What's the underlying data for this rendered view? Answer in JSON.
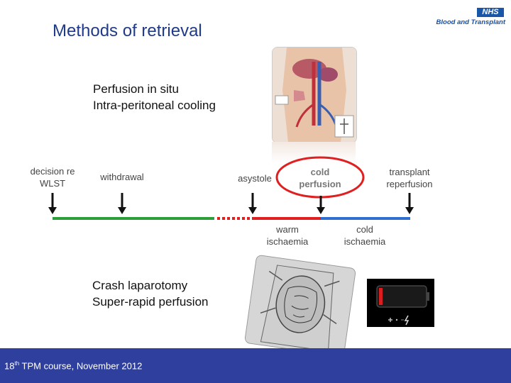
{
  "header": {
    "title": "Methods of retrieval",
    "logo": {
      "nhs": "NHS",
      "org": "Blood and Transplant"
    }
  },
  "top_block": {
    "line1": "Perfusion in situ",
    "line2": "Intra-peritoneal cooling"
  },
  "bottom_block": {
    "line1": "Crash laparotomy",
    "line2": "Super-rapid perfusion"
  },
  "timeline": {
    "events": [
      {
        "line1": "decision re",
        "line2": "WLST"
      },
      {
        "line1": "withdrawal",
        "line2": ""
      },
      {
        "line1": "asystole",
        "line2": ""
      },
      {
        "line1": "cold",
        "line2": "perfusion"
      },
      {
        "line1": "transplant",
        "line2": "reperfusion"
      }
    ],
    "phases": [
      {
        "line1": "warm",
        "line2": "ischaemia"
      },
      {
        "line1": "cold",
        "line2": "ischaemia"
      }
    ],
    "colors": {
      "pre": "#2e9e3a",
      "warm": "#e02020",
      "cold": "#2f6fd0",
      "highlight": "#e02020"
    }
  },
  "footer": {
    "number": "18",
    "ordinal": "th",
    "text": " TPM course, November 2012"
  }
}
